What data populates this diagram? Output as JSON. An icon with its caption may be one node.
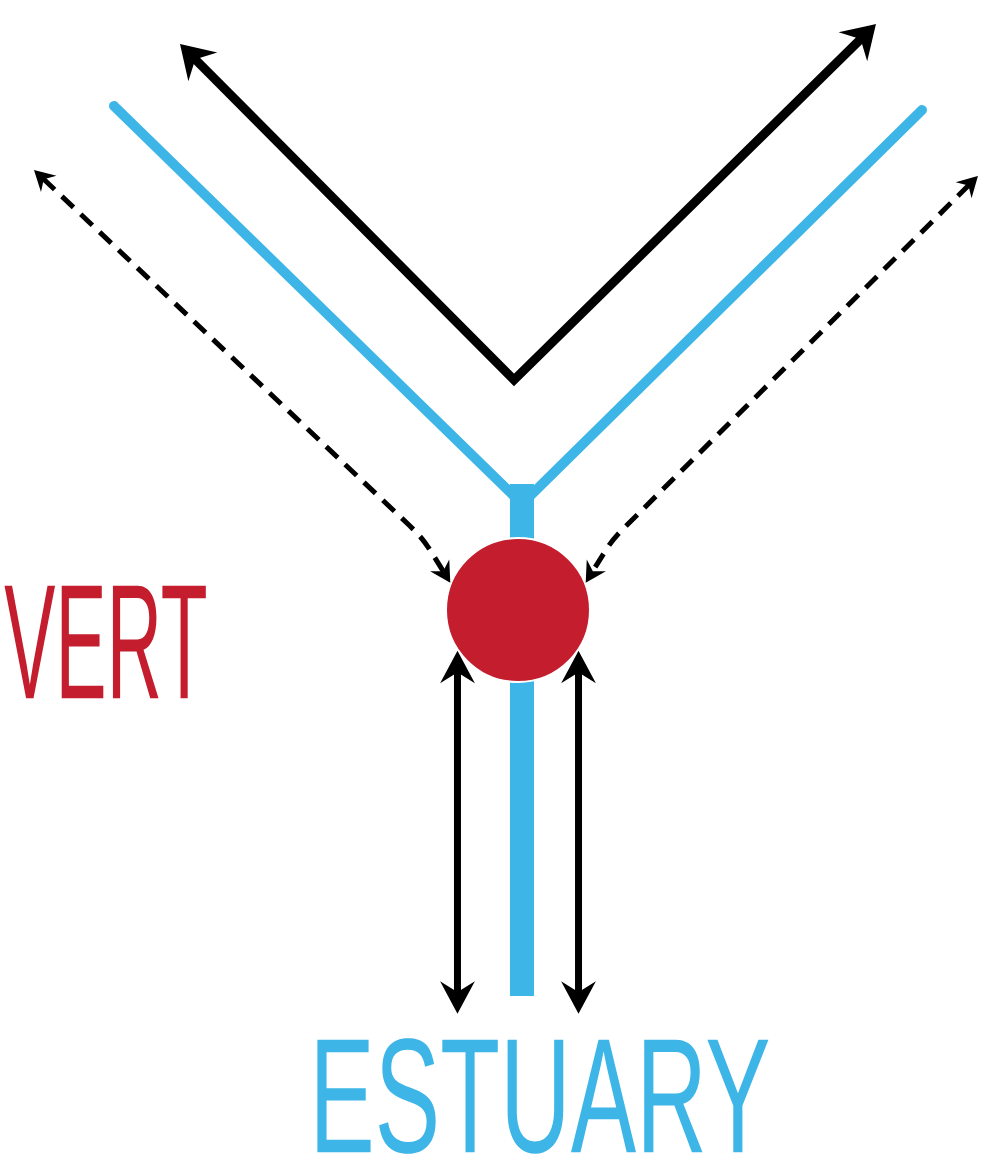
{
  "diagram": {
    "nodes": [
      {
        "text": [],
        "shape": "circle"
      },
      {
        "text": [
          "ESTUARY"
        ]
      }
    ],
    "edges": [
      {
        "from": null,
        "to": 0,
        "arrow": "both",
        "style": "dashed"
      },
      {
        "from": null,
        "to": 0,
        "arrow": "both",
        "style": "dashed"
      },
      {
        "from": 0,
        "to": 1,
        "arrow": "both"
      },
      {
        "from": 0,
        "to": 1,
        "arrow": "both"
      }
    ],
    "labels": [
      "VERT"
    ]
  }
}
